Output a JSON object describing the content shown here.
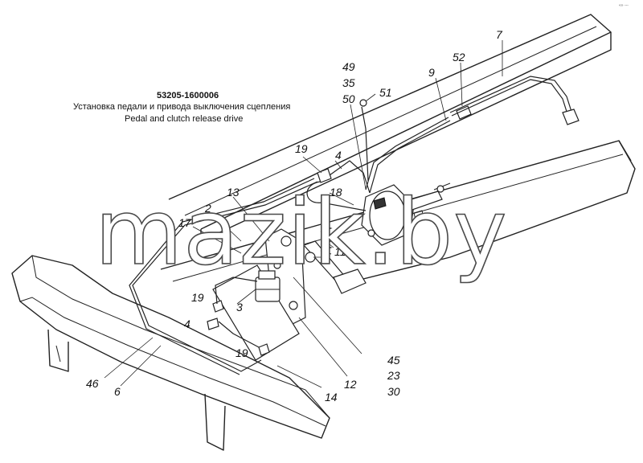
{
  "title": {
    "code": "53205-1600006",
    "ru": "Установка педали и привода выключения сцепления",
    "en": "Pedal and clutch release drive"
  },
  "watermark": "mazik.by",
  "corner_mark": "«» ---",
  "callouts": [
    {
      "id": "c7",
      "label": "7"
    },
    {
      "id": "c52",
      "label": "52"
    },
    {
      "id": "c9",
      "label": "9"
    },
    {
      "id": "c49",
      "label": "49"
    },
    {
      "id": "c35",
      "label": "35"
    },
    {
      "id": "c50",
      "label": "50"
    },
    {
      "id": "c51",
      "label": "51"
    },
    {
      "id": "c19a",
      "label": "19"
    },
    {
      "id": "c4a",
      "label": "4"
    },
    {
      "id": "c18",
      "label": "18"
    },
    {
      "id": "c13",
      "label": "13"
    },
    {
      "id": "c2",
      "label": "2"
    },
    {
      "id": "c17",
      "label": "17"
    },
    {
      "id": "c11",
      "label": "11"
    },
    {
      "id": "c1",
      "label": "1"
    },
    {
      "id": "c19b",
      "label": "19"
    },
    {
      "id": "c3",
      "label": "3"
    },
    {
      "id": "c4b",
      "label": "4"
    },
    {
      "id": "c19c",
      "label": "19"
    },
    {
      "id": "c45",
      "label": "45"
    },
    {
      "id": "c23",
      "label": "23"
    },
    {
      "id": "c30",
      "label": "30"
    },
    {
      "id": "c12",
      "label": "12"
    },
    {
      "id": "c14",
      "label": "14"
    },
    {
      "id": "c46",
      "label": "46"
    },
    {
      "id": "c6",
      "label": "6"
    }
  ]
}
